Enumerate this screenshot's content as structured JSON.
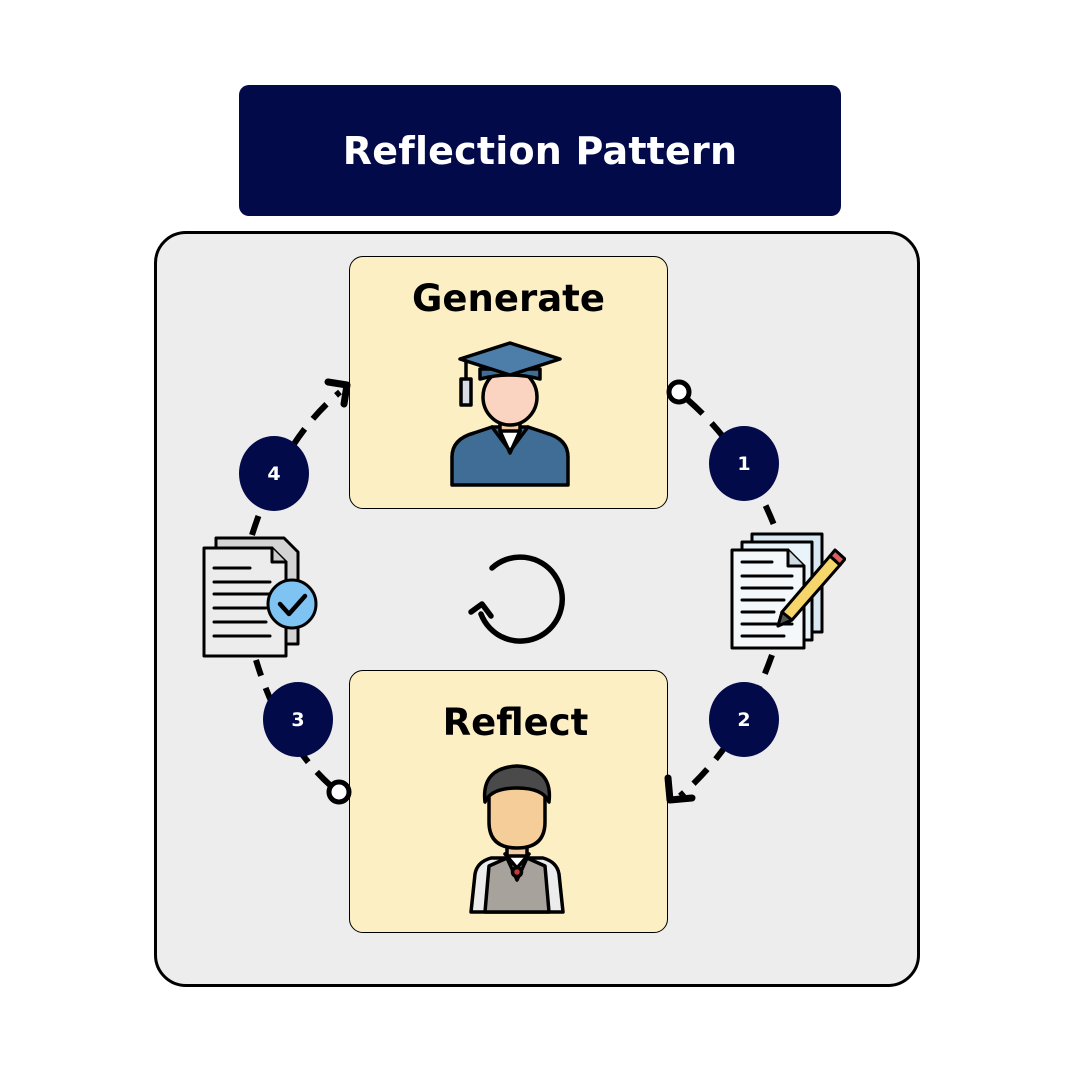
{
  "title": "Reflection Pattern",
  "nodes": {
    "generate": {
      "label": "Generate",
      "icon": "graduate-icon"
    },
    "reflect": {
      "label": "Reflect",
      "icon": "student-icon"
    }
  },
  "steps": [
    "1",
    "2",
    "3",
    "4"
  ],
  "artifacts": {
    "draft": "document-edit-icon",
    "approved": "document-check-icon",
    "cycle": "refresh-cycle-icon"
  },
  "colors": {
    "title_bg": "#020a4a",
    "badge_bg": "#020a4a",
    "card_bg": "#fdefc4",
    "panel_bg": "#ededed"
  }
}
